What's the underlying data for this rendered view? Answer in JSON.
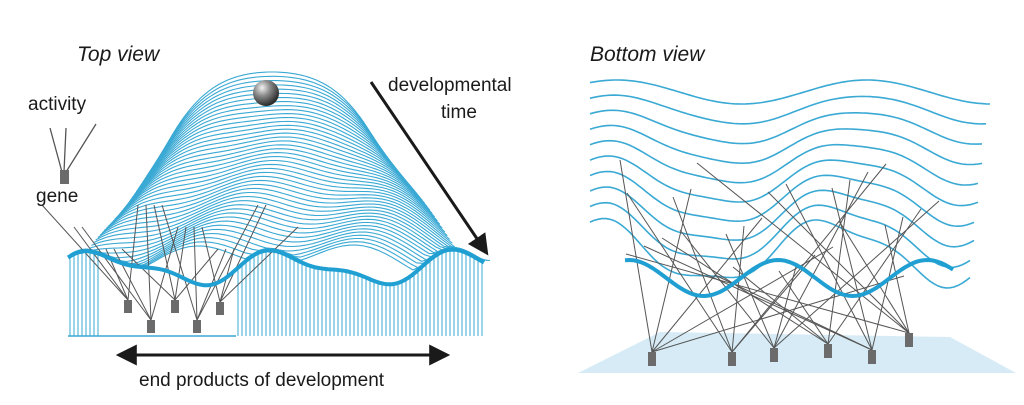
{
  "top_view": {
    "title": "Top view",
    "activity_label": "activity",
    "gene_label": "gene",
    "time_label_line1": "developmental",
    "time_label_line2": "time",
    "end_label": "end products of development"
  },
  "bottom_view": {
    "title": "Bottom view"
  },
  "colors": {
    "landscape": "#3aa9d4",
    "landscape_bold": "#1f9fd2",
    "ink": "#1a1a1a",
    "gene": "#6b6b6b",
    "ball": "#555555",
    "plane": "#d6ebf5"
  }
}
